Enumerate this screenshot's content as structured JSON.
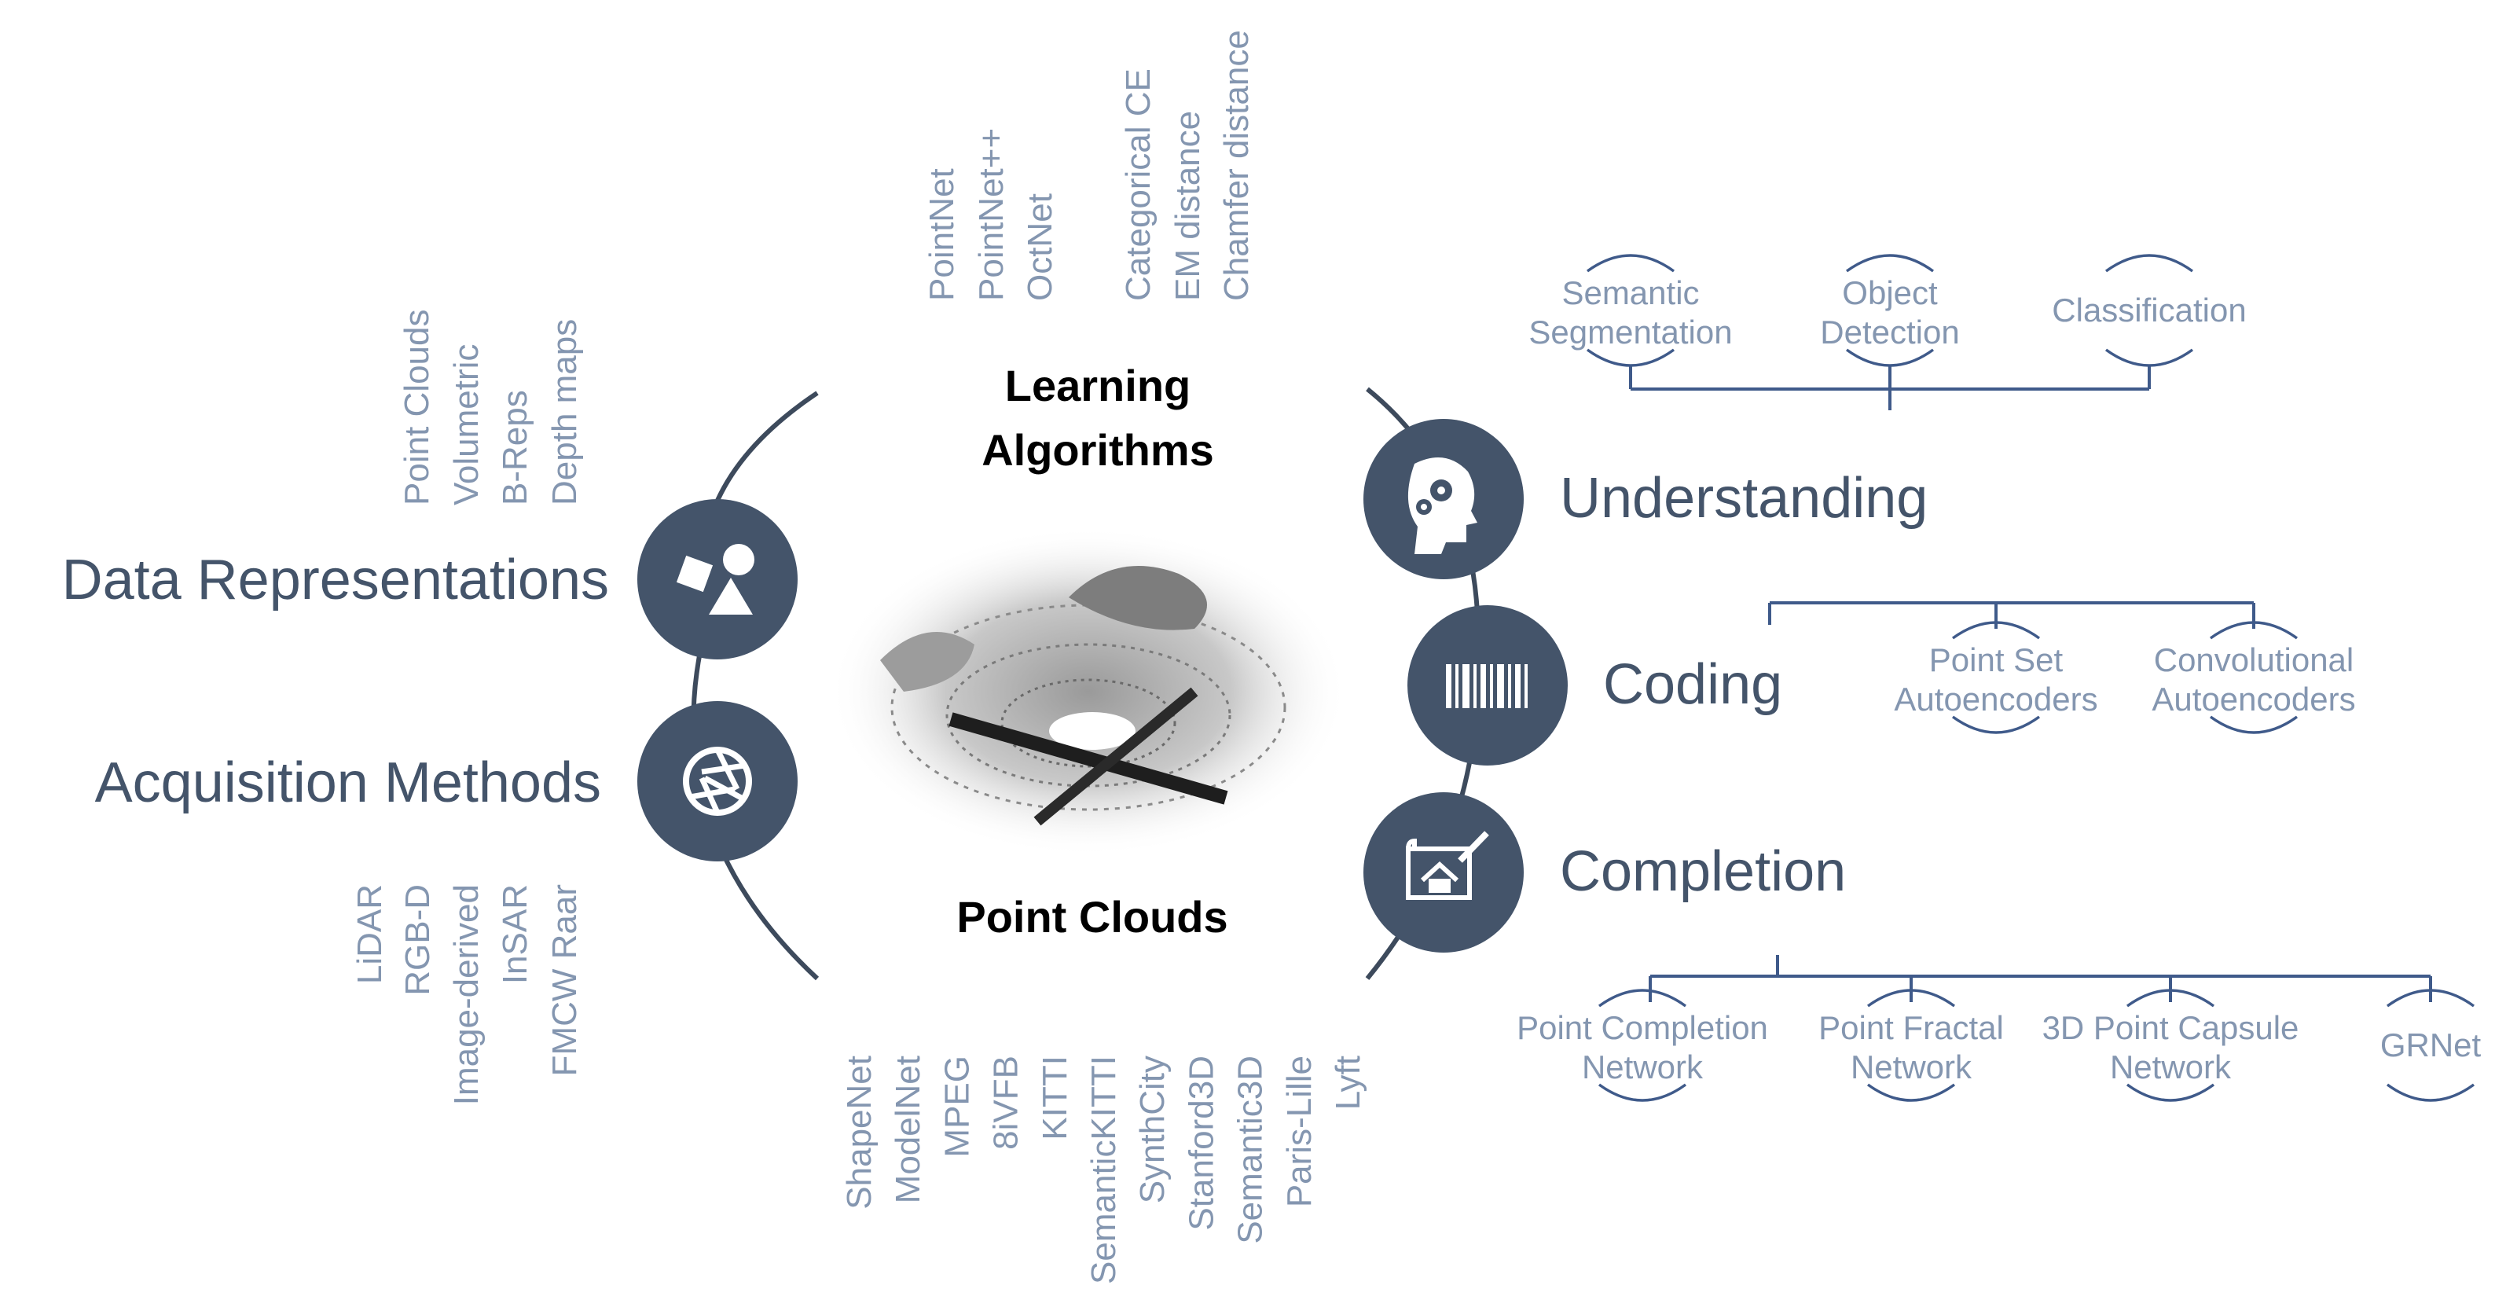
{
  "center": {
    "learning_line1": "Learning",
    "learning_line2": "Algorithms",
    "point_clouds": "Point Clouds"
  },
  "left": {
    "data_representations": {
      "label": "Data Representations",
      "icon": "shapes-icon",
      "items": [
        "Point Clouds",
        "Volumetric",
        "B-Reps",
        "Depth maps"
      ]
    },
    "acquisition_methods": {
      "label": "Acquisition Methods",
      "icon": "aperture-icon",
      "items": [
        "LiDAR",
        "RGB-D",
        "Image-derived",
        "InSAR",
        "FMCW Raar"
      ]
    }
  },
  "top": {
    "networks": [
      "PointNet",
      "PointNet++",
      "OctNet"
    ],
    "losses": [
      "Categorical CE",
      "EM distance",
      "Chamfer distance"
    ]
  },
  "bottom": {
    "datasets": [
      "ShapeNet",
      "ModelNet",
      "MPEG",
      "8iVFB",
      "KITTI",
      "SemanticKITTI",
      "SynthCity",
      "Stanford3D",
      "Semantic3D",
      "Paris-Lille",
      "Lyft"
    ]
  },
  "right": {
    "understanding": {
      "label": "Understanding",
      "icon": "head-gears-icon",
      "tasks": [
        {
          "line1": "Semantic",
          "line2": "Segmentation"
        },
        {
          "line1": "Object",
          "line2": "Detection"
        },
        {
          "line1": "Classification",
          "line2": ""
        }
      ]
    },
    "coding": {
      "label": "Coding",
      "icon": "barcode-icon",
      "tasks": [
        {
          "line1": "Point Set",
          "line2": "Autoencoders"
        },
        {
          "line1": "Convolutional",
          "line2": "Autoencoders"
        }
      ]
    },
    "completion": {
      "label": "Completion",
      "icon": "blueprint-house-icon",
      "tasks": [
        {
          "line1": "Point Completion",
          "line2": "Network"
        },
        {
          "line1": "Point Fractal",
          "line2": "Network"
        },
        {
          "line1": "3D Point Capsule",
          "line2": "Network"
        },
        {
          "line1": "GRNet",
          "line2": ""
        }
      ]
    }
  }
}
